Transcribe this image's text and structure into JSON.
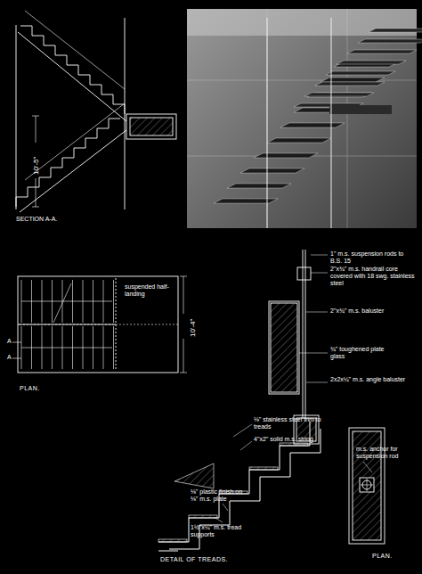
{
  "diagram": {
    "labels": [
      "SECTION A-A.",
      "10'-5\"",
      "suspended half-landing",
      "10'-4\"",
      "A",
      "A",
      "PLAN.",
      "1\" m.s. suspension rods to B.S. 15",
      "2\"x¾\" m.s. handrail core covered with 18 swg. stainless steel",
      "2\"x¾\" m.s. baluster",
      "¾\" toughened plate glass",
      "2x2x¼\" m.s. angle baluster",
      "⅛\" stainless steel trim to treads",
      "4\"x2\" solid m.s. string",
      "⅛\" plastic finish on ⅛\" m.s. plate",
      "1½\"x¼\" m.s. tread supports",
      "m.s. anchor for suspension rod",
      "DETAIL OF TREADS.",
      "PLAN."
    ]
  }
}
